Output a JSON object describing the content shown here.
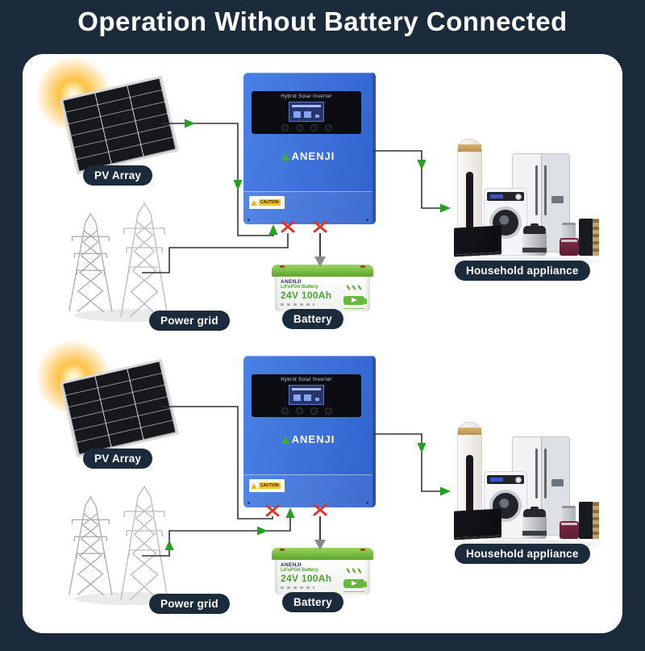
{
  "page": {
    "title": "Operation Without Battery Connected"
  },
  "colors": {
    "background": "#1b2b3b",
    "card": "#ffffff",
    "flow_green": "#22a01f",
    "blocked_red": "#e53026",
    "inverter_blue": "#3d73d8",
    "battery_lid_green": "#76bd43",
    "brand_green": "#40ad2c",
    "label_pill": "#1b2b3b"
  },
  "inverter": {
    "brand": "ANENJI",
    "panel_title": "Hybrid Solar Inverter",
    "caution_label": "CAUTION"
  },
  "battery_unit": {
    "brand": "ANENJI",
    "type_label": "LiFePO4 Battery",
    "capacity_label": "24V 100Ah"
  },
  "sections": [
    {
      "name": "pv-supplies-load",
      "labels": {
        "pv_array": "PV Array",
        "power_grid": "Power grid",
        "battery": "Battery",
        "household_appliance": "Household appliance"
      },
      "connections": {
        "pv_to_inverter": "connected",
        "grid_to_inverter": "blocked",
        "inverter_to_battery": "blocked",
        "inverter_to_appliance": "connected"
      }
    },
    {
      "name": "grid-supplies-load",
      "labels": {
        "pv_array": "PV Array",
        "power_grid": "Power grid",
        "battery": "Battery",
        "household_appliance": "Household appliance"
      },
      "connections": {
        "pv_to_inverter": "blocked",
        "grid_to_inverter": "connected",
        "inverter_to_battery": "blocked",
        "inverter_to_appliance": "connected"
      }
    }
  ]
}
